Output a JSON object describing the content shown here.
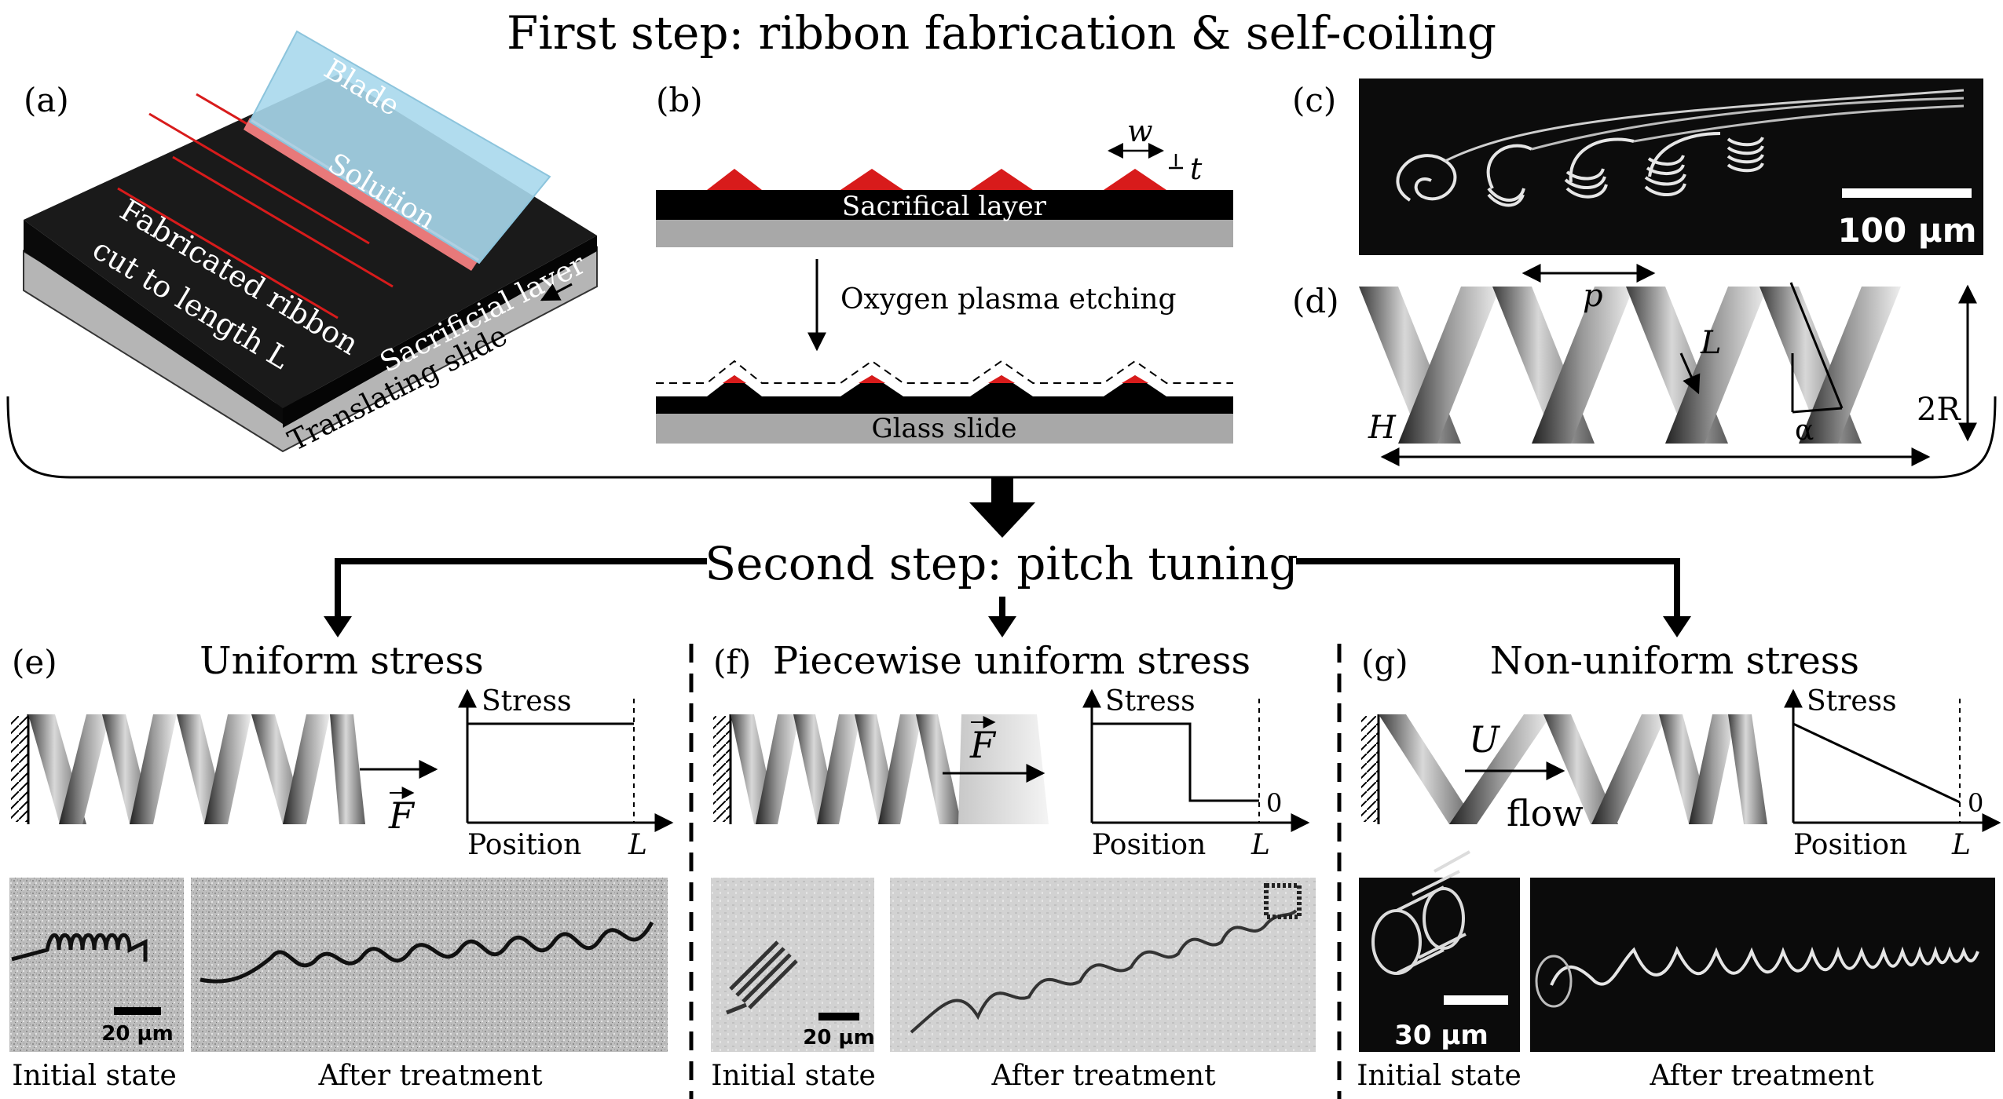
{
  "titles": {
    "first_step": "First step: ribbon fabrication & self-coiling",
    "second_step": "Second step: pitch tuning"
  },
  "panel_a": {
    "label": "(a)",
    "blade": "Blade",
    "solution": "Solution",
    "ribbon_line1": "Fabricated ribbon",
    "ribbon_line2": "cut to length L",
    "sacrificial": "Sacrificial layer",
    "translating": "Translating slide"
  },
  "panel_b": {
    "label": "(b)",
    "w": "w",
    "t": "t",
    "sacrificial": "Sacrifical layer",
    "etching": "Oxygen plasma etching",
    "glass": "Glass slide"
  },
  "panel_c": {
    "label": "(c)",
    "scale": "100 µm"
  },
  "panel_d": {
    "label": "(d)",
    "p": "p",
    "L": "L",
    "H": "H",
    "R": "2R",
    "alpha": "α"
  },
  "panel_e": {
    "label": "(e)",
    "title": "Uniform stress",
    "force": "F",
    "stress": "Stress",
    "position": "Position",
    "L": "L",
    "scale": "20 µm",
    "initial": "Initial state",
    "after": "After treatment"
  },
  "panel_f": {
    "label": "(f)",
    "title": "Piecewise uniform stress",
    "force": "F",
    "stress": "Stress",
    "position": "Position",
    "L": "L",
    "zero": "0",
    "scale": "20 µm",
    "initial": "Initial state",
    "after": "After treatment"
  },
  "panel_g": {
    "label": "(g)",
    "title": "Non-uniform stress",
    "U": "U",
    "flow": "flow",
    "stress": "Stress",
    "position": "Position",
    "L": "L",
    "zero": "0",
    "scale": "30 µm",
    "initial": "Initial state",
    "after": "After treatment"
  },
  "colors": {
    "ribbon_red": "#d81b1b",
    "layer_black": "#000000",
    "glass_gray": "#a8a8a8",
    "blade_blue": "#a9d8ec"
  }
}
